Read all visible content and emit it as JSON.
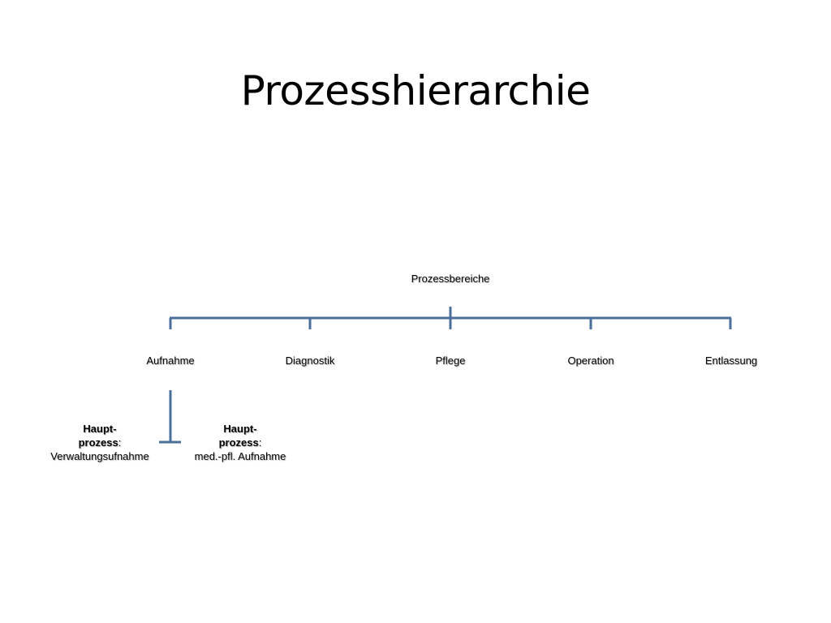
{
  "slide": {
    "title": "Prozesshierarchie"
  },
  "diagram": {
    "root": {
      "label": "Prozessbereiche"
    },
    "areas": [
      {
        "label": "Aufnahme"
      },
      {
        "label": "Diagnostik"
      },
      {
        "label": "Pflege"
      },
      {
        "label": "Operation"
      },
      {
        "label": "Entlassung"
      }
    ],
    "subprocesses": [
      {
        "line1": "Haupt-",
        "line2_bold": "prozess",
        "line2_rest": ":",
        "line3": "Verwaltungsufnahme"
      },
      {
        "line1": "Haupt-",
        "line2_bold": "prozess",
        "line2_rest": ":",
        "line3": "med.-pfl. Aufnahme"
      }
    ],
    "colors": {
      "connector": "#4a6f9b",
      "text": "#000000",
      "background": "#ffffff"
    }
  }
}
